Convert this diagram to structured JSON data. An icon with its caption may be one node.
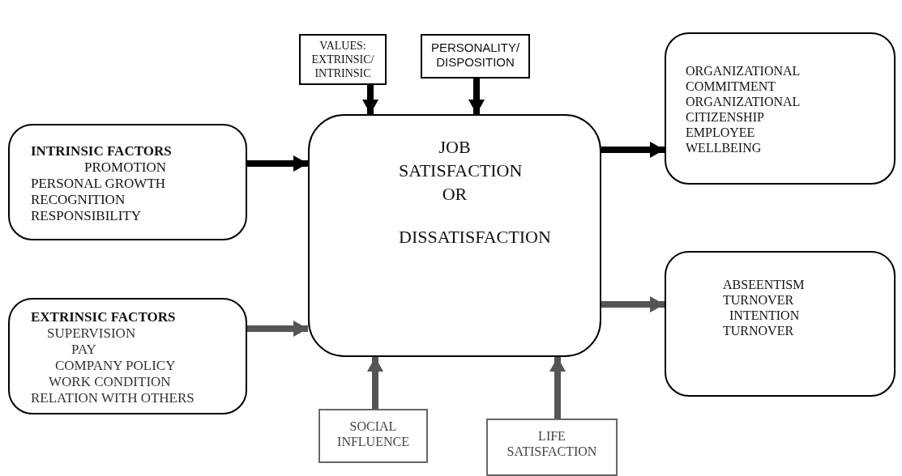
{
  "diagram": {
    "nodes": [
      {
        "text": [
          "INTRINSIC FACTORS",
          "PROMOTION",
          "PERSONAL GROWTH",
          "RECOGNITION",
          "RESPONSIBILITY"
        ]
      },
      {
        "text": [
          "EXTRINSIC FACTORS",
          "SUPERVISION",
          "PAY",
          "COMPANY POLICY",
          "WORK CONDITION",
          "RELATION WITH OTHERS"
        ]
      },
      {
        "text": [
          "VALUES: EXTRINSIC/ INTRINSIC"
        ]
      },
      {
        "text": [
          "PERSONALITY/ DISPOSITION"
        ]
      },
      {
        "text": [
          "JOB SATISFACTION OR",
          "DISSATISFACTION"
        ]
      },
      {
        "text": [
          "ORGANIZATIONAL COMMITMENT",
          "ORGANIZATIONAL CITIZENSHIP",
          "EMPLOYEE WELLBEING"
        ]
      },
      {
        "text": [
          "ABSEENTISM",
          "TURNOVER",
          "INTENTION",
          "TURNOVER"
        ]
      },
      {
        "text": [
          "SOCIAL INFLUENCE"
        ]
      },
      {
        "text": [
          "LIFE SATISFACTION"
        ]
      }
    ],
    "edges": [
      {
        "from": 0,
        "to": 4,
        "arrow": "to"
      },
      {
        "from": 1,
        "to": 4,
        "arrow": "to",
        "color": "#555555"
      },
      {
        "from": 2,
        "to": 4,
        "arrow": "to"
      },
      {
        "from": 3,
        "to": 4,
        "arrow": "to"
      },
      {
        "from": 4,
        "to": 5,
        "arrow": "to"
      },
      {
        "from": 4,
        "to": 6,
        "arrow": "to",
        "color": "#555555"
      },
      {
        "from": 7,
        "to": 4,
        "arrow": "to",
        "color": "#555555"
      },
      {
        "from": 8,
        "to": 4,
        "arrow": "to",
        "color": "#555555"
      }
    ]
  }
}
